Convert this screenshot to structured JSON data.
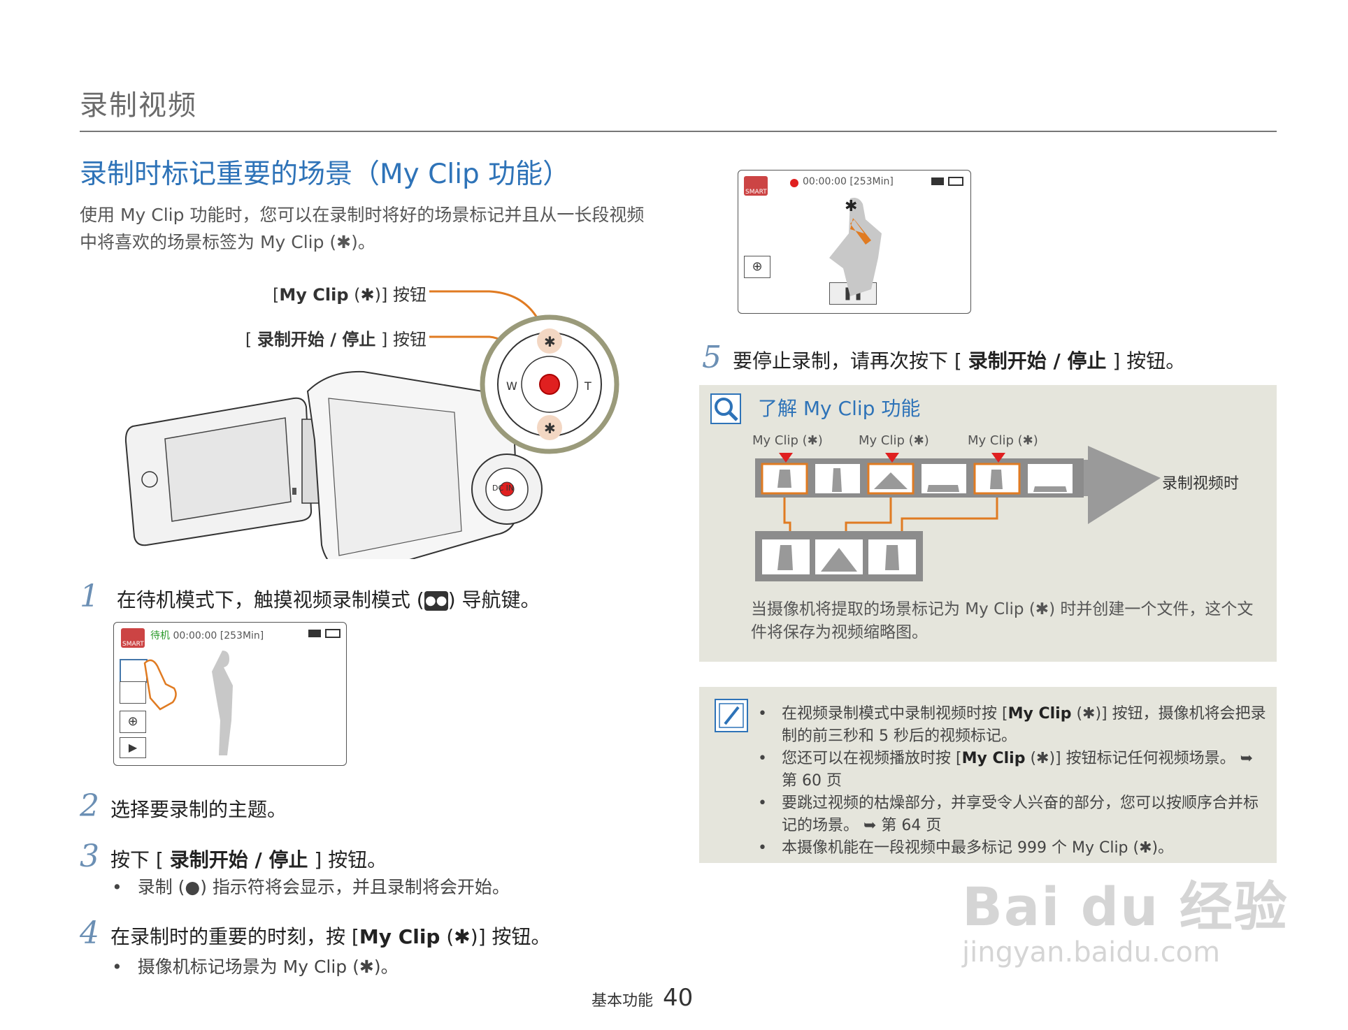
{
  "header": {
    "section_title": "录制视频"
  },
  "heading": "录制时标记重要的场景（My Clip 功能）",
  "intro": "使用 My Clip 功能时，您可以在录制时将好的场景标记并且从一长段视频中将喜欢的场景标签为 My Clip (✱)。",
  "camera_labels": {
    "myclip_pre": "[",
    "myclip_bold": "My Clip",
    "myclip_post": " (✱)] 按钮",
    "rec_pre": "[ ",
    "rec_bold": "录制开始 / 停止",
    "rec_post": " ] 按钮",
    "dial_w": "W",
    "dial_t": "T",
    "dcin": "DC IN"
  },
  "screen1": {
    "status": "待机",
    "time": "00:00:00 [253Min]",
    "smart": "SMART"
  },
  "screen2": {
    "time": "00:00:00 [253Min]",
    "smart": "SMART"
  },
  "steps": [
    {
      "num": "1",
      "text": "在待机模式下，触摸视频录制模式 (",
      "icon": "video-camera-icon",
      "text_after": ") 导航键。"
    },
    {
      "num": "2",
      "text": "选择要录制的主题。"
    },
    {
      "num": "3",
      "pre": "按下 [ ",
      "bold": "录制开始 / 停止",
      "post": " ] 按钮。",
      "bullet": "录制 (●) 指示符将会显示，并且录制将会开始。"
    },
    {
      "num": "4",
      "pre": "在录制时的重要的时刻，按 [",
      "bold": "My Clip",
      "post": " (✱)] 按钮。",
      "bullet": "摄像机标记场景为 My Clip (✱)。"
    },
    {
      "num": "5",
      "pre": "要停止录制，请再次按下 [ ",
      "bold": "录制开始 / 停止",
      "post": " ] 按钮。"
    }
  ],
  "tip": {
    "title": "了解 My Clip 功能",
    "marker_label": "My Clip (✱)",
    "arrow_label": "录制视频时",
    "description": "当摄像机将提取的场景标记为 My Clip (✱) 时并创建一个文件，这个文件将保存为视频缩略图。"
  },
  "notes": [
    {
      "pre": "在视频录制模式中录制视频时按 [",
      "bold": "My Clip",
      "post": " (✱)] 按钮，摄像机将会把录制的前三秒和 5 秒后的视频标记。"
    },
    {
      "pre": "您还可以在视频播放时按 [",
      "bold": "My Clip",
      "post": " (✱)] 按钮标记任何视频场景。 ➥ 第 60 页"
    },
    {
      "pre": "要跳过视频的枯燥部分，并享受令人兴奋的部分，您可以按顺序合并标记的场景。 ➥ 第 64 页",
      "bold": "",
      "post": ""
    },
    {
      "pre": "本摄像机能在一段视频中最多标记 999 个 My Clip (✱)。",
      "bold": "",
      "post": ""
    }
  ],
  "footer": {
    "label": "基本功能",
    "page": "40"
  },
  "watermark": {
    "logo": "Bai du 经验",
    "url": "jingyan.baidu.com"
  },
  "colors": {
    "accent_blue": "#2e73b8",
    "orange": "#e07b22",
    "record_red": "#e02020",
    "tip_bg": "#e5e5dc"
  }
}
